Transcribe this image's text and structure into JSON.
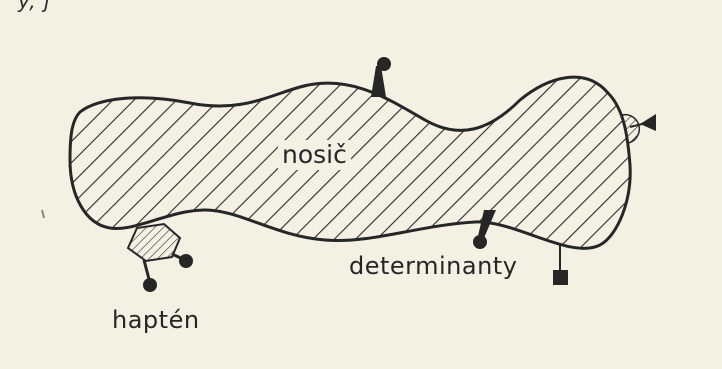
{
  "header": {
    "partial_text": "y, j"
  },
  "diagram": {
    "carrier_label": "nosič",
    "determinants_label": "determinanty",
    "hapten_label": "haptén"
  },
  "colors": {
    "background": "#f3f0e4",
    "ink": "#262626"
  }
}
